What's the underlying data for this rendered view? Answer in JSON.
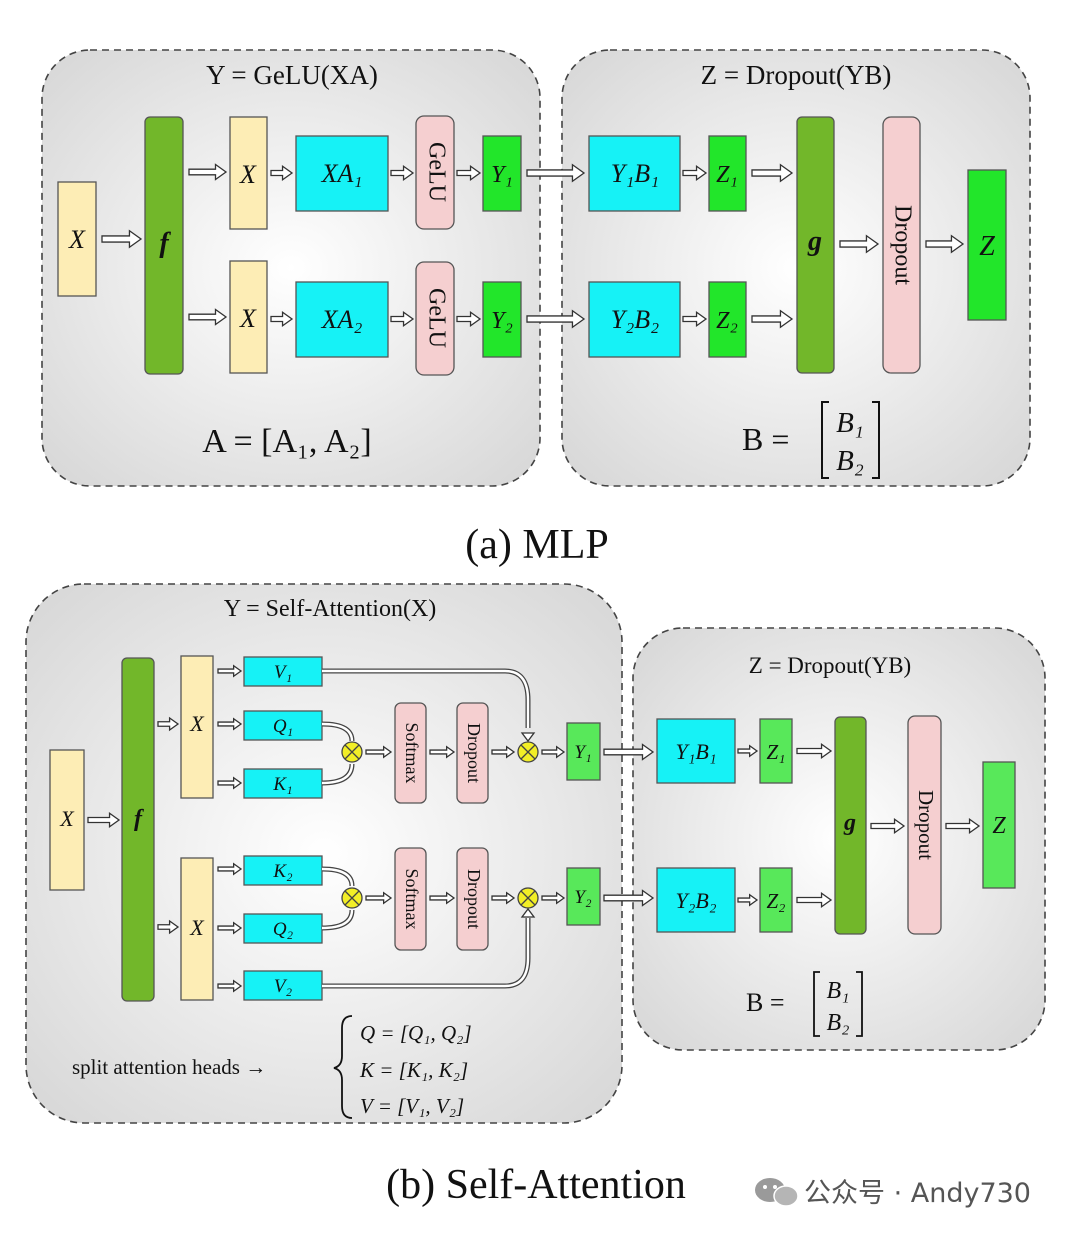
{
  "mlp": {
    "caption": "(a) MLP",
    "left_formula": "Y = GeLU(XA)",
    "right_formula": "Z = Dropout(YB)",
    "a_def": "A = [A₁, A₂]",
    "b_def_lhs": "B =",
    "b_def_top": "B₁",
    "b_def_bottom": "B₂",
    "input": "X",
    "split_fn": "f",
    "branch1": {
      "x": "X",
      "mult": "XA₁",
      "act": "GeLU",
      "out": "Y₁",
      "mult2": "Y₁B₁",
      "z": "Z₁"
    },
    "branch2": {
      "x": "X",
      "mult": "XA₂",
      "act": "GeLU",
      "out": "Y₂",
      "mult2": "Y₂B₂",
      "z": "Z₂"
    },
    "merge_fn": "g",
    "dropout": "Dropout",
    "output": "Z"
  },
  "attn": {
    "caption": "(b) Self-Attention",
    "left_formula": "Y = Self-Attention(X)",
    "right_formula": "Z = Dropout(YB)",
    "b_def_lhs": "B =",
    "b_def_top": "B₁",
    "b_def_bottom": "B₂",
    "input": "X",
    "split_fn": "f",
    "branch1": {
      "x": "X",
      "v": "V₁",
      "q": "Q₁",
      "k": "K₁",
      "softmax": "Softmax",
      "dropout": "Dropout",
      "out": "Y₁",
      "mult2": "Y₁B₁",
      "z": "Z₁"
    },
    "branch2": {
      "x": "X",
      "k": "K₂",
      "q": "Q₂",
      "v": "V₂",
      "softmax": "Softmax",
      "dropout": "Dropout",
      "out": "Y₂",
      "mult2": "Y₂B₂",
      "z": "Z₂"
    },
    "merge_fn": "g",
    "dropout": "Dropout",
    "output": "Z",
    "split_label": "split attention heads →",
    "split_q": "Q = [Q₁, Q₂]",
    "split_k": "K = [K₁, K₂]",
    "split_v": "V = [V₁, V₂]"
  },
  "watermark": "公众号 · Andy730",
  "colors": {
    "yellow": "#fdedb5",
    "dark_green": "#72b72a",
    "cyan": "#16f2f6",
    "pink": "#f5cfd0",
    "bright_green": "#22e62a",
    "light_green": "#58e85a",
    "panel_fill": "#ebebeb"
  }
}
